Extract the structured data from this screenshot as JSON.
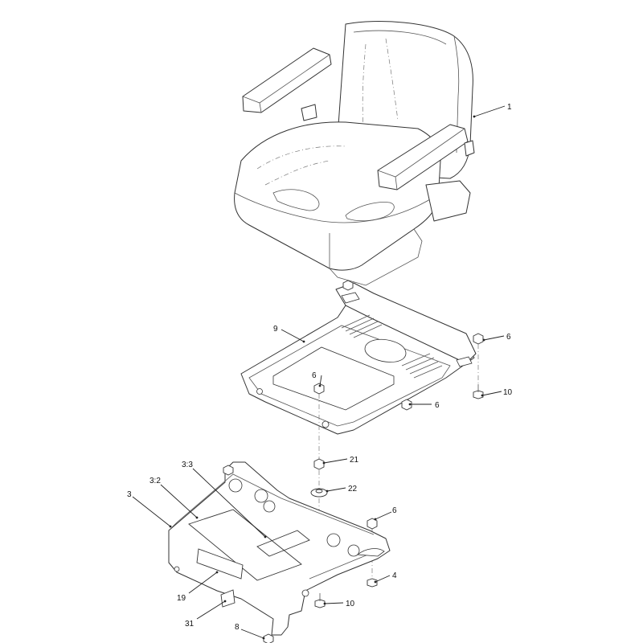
{
  "callouts": {
    "c1": "1",
    "c9": "9",
    "c6a": "6",
    "c6b": "6",
    "c6c": "6",
    "c10a": "10",
    "c21": "21",
    "c22": "22",
    "c3_3": "3:3",
    "c3_2": "3:2",
    "c3": "3",
    "c6d": "6",
    "c4": "4",
    "c19": "19",
    "c10b": "10",
    "c31": "31",
    "c8": "8"
  }
}
